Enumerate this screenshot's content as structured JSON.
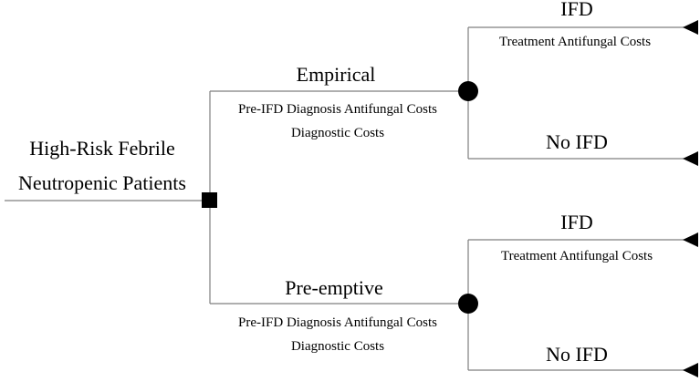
{
  "root": {
    "label_line1": "High-Risk Febrile",
    "label_line2": "Neutropenic Patients"
  },
  "branches": [
    {
      "name": "Empirical",
      "cost_line1": "Pre-IFD Diagnosis Antifungal Costs",
      "cost_line2": "Diagnostic Costs",
      "outcomes": [
        {
          "name": "IFD",
          "cost": "Treatment Antifungal Costs"
        },
        {
          "name": "No IFD",
          "cost": ""
        }
      ]
    },
    {
      "name": "Pre-emptive",
      "cost_line1": "Pre-IFD Diagnosis Antifungal Costs",
      "cost_line2": "Diagnostic Costs",
      "outcomes": [
        {
          "name": "IFD",
          "cost": "Treatment Antifungal Costs"
        },
        {
          "name": "No IFD",
          "cost": ""
        }
      ]
    }
  ],
  "node_types": {
    "decision": "square",
    "chance": "circle",
    "terminal": "triangle"
  }
}
